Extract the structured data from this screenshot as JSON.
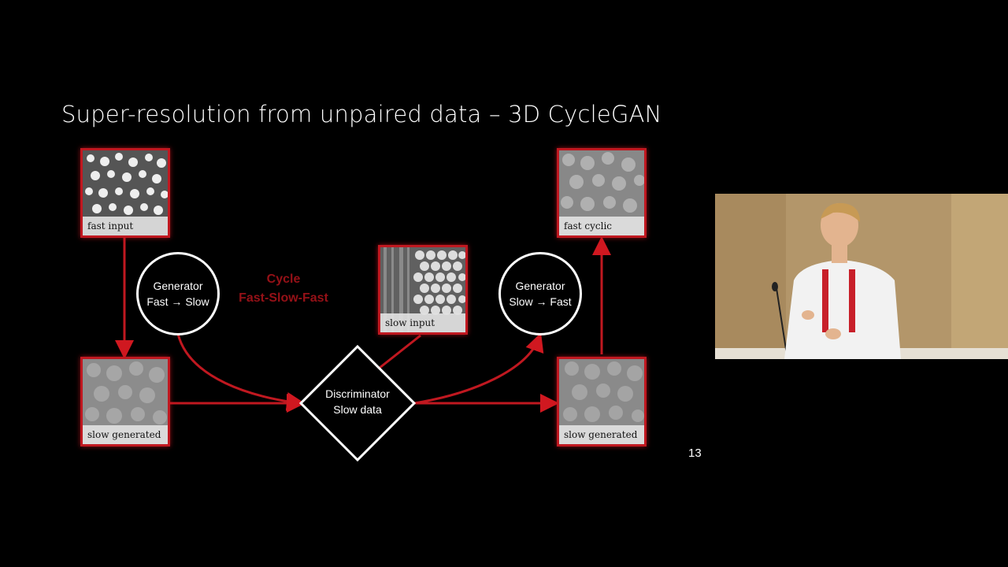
{
  "slide": {
    "title": "Super-resolution from unpaired data – 3D CycleGAN",
    "page_number": "13"
  },
  "images": {
    "fast_input": "fast input",
    "slow_generated_left": "slow generated",
    "slow_input": "slow input",
    "fast_cyclic": "fast cyclic",
    "slow_generated_right": "slow generated"
  },
  "nodes": {
    "generator_left": {
      "line1": "Generator",
      "line2": "Fast → Slow"
    },
    "generator_right": {
      "line1": "Generator",
      "line2": "Slow → Fast"
    },
    "discriminator": {
      "line1": "Discriminator",
      "line2": "Slow data"
    }
  },
  "cycle": {
    "line1": "Cycle",
    "line2": "Fast-Slow-Fast"
  },
  "colors": {
    "accent": "#c01820",
    "background": "#000000",
    "text": "#ffffff"
  }
}
